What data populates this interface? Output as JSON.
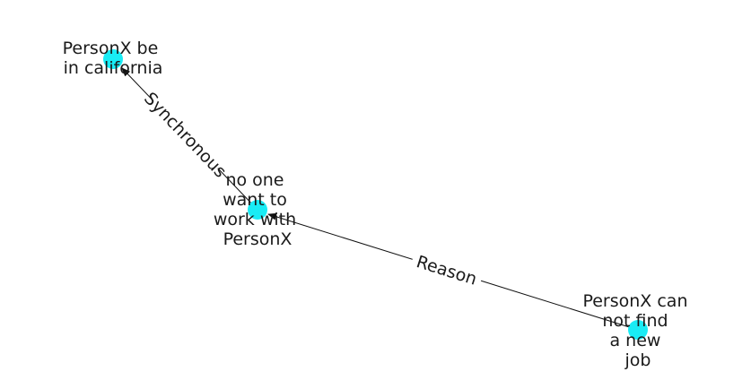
{
  "colors": {
    "node_fill": "#19ecf5",
    "edge_stroke": "#111111",
    "label_text": "#1a1a1a",
    "edge_label_bg": "#ffffff"
  },
  "nodes": [
    {
      "id": "california",
      "lines": [
        "PersonX be",
        "in california"
      ]
    },
    {
      "id": "no-one",
      "lines": [
        "no one",
        "want to",
        "work with",
        "PersonX"
      ]
    },
    {
      "id": "job",
      "lines": [
        "PersonX can",
        "not find",
        "a new",
        "job"
      ]
    }
  ],
  "edges": [
    {
      "from": "no-one",
      "to": "california",
      "label": "Synchronous"
    },
    {
      "from": "job",
      "to": "no-one",
      "label": "Reason"
    }
  ]
}
